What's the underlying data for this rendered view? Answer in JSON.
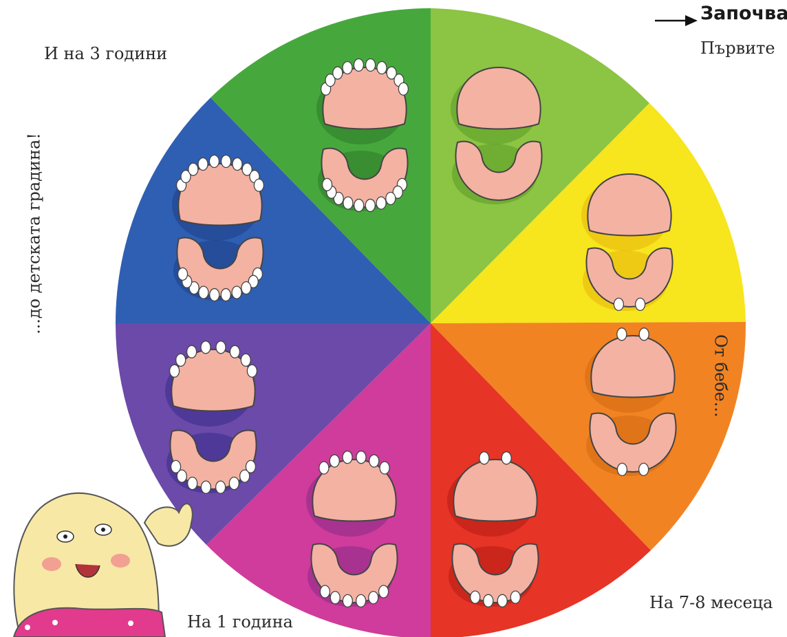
{
  "labels": {
    "three_years": "И на 3 години",
    "one_year": "На 1 година",
    "seven_eight_months": "На 7-8 месеца",
    "kindergarten": "...до детската градина!",
    "from_baby": "От бебе...",
    "start_title": "Започвай",
    "start_sub": "Първите"
  },
  "wheel_segments": [
    {
      "name": "green",
      "color": "#46a83c"
    },
    {
      "name": "light-green",
      "color": "#8cc443"
    },
    {
      "name": "yellow",
      "color": "#f7e51d"
    },
    {
      "name": "orange",
      "color": "#f28323"
    },
    {
      "name": "red",
      "color": "#e63426"
    },
    {
      "name": "magenta",
      "color": "#cf3c9b"
    },
    {
      "name": "violet",
      "color": "#6b4aa9"
    },
    {
      "name": "blue",
      "color": "#2f5fb2"
    }
  ],
  "colors": {
    "gum": "#f4b2a3",
    "tooth": "#ffffff",
    "outline": "#444444",
    "character_body": "#f7e8a6",
    "character_shirt": "#e23a8c"
  }
}
